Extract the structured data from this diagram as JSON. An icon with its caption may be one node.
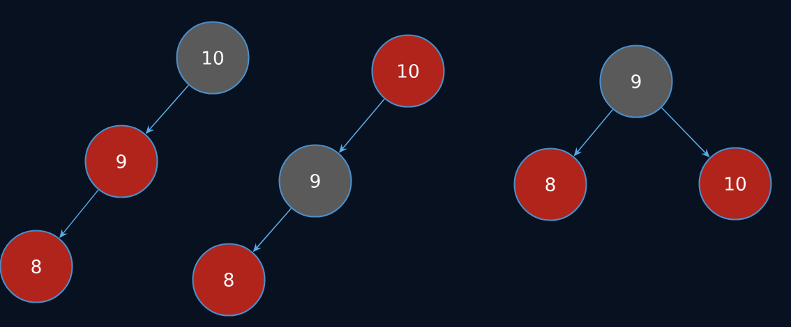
{
  "diagram": {
    "nodes": [
      {
        "text": [
          "10"
        ]
      },
      {
        "text": [
          "9"
        ]
      },
      {
        "text": [
          "8"
        ]
      },
      {
        "text": [
          "10"
        ]
      },
      {
        "text": [
          "9"
        ]
      },
      {
        "text": [
          "8"
        ]
      },
      {
        "text": [
          "9"
        ]
      },
      {
        "text": [
          "8"
        ]
      },
      {
        "text": [
          "10"
        ]
      }
    ],
    "edges": [
      {
        "from": 0,
        "to": 1,
        "arrow": "to"
      },
      {
        "from": 1,
        "to": 2,
        "arrow": "to"
      },
      {
        "from": 3,
        "to": 4,
        "arrow": "to"
      },
      {
        "from": 4,
        "to": 5,
        "arrow": "to"
      },
      {
        "from": 6,
        "to": 7,
        "arrow": "to"
      },
      {
        "from": 6,
        "to": 8,
        "arrow": "to"
      }
    ]
  }
}
